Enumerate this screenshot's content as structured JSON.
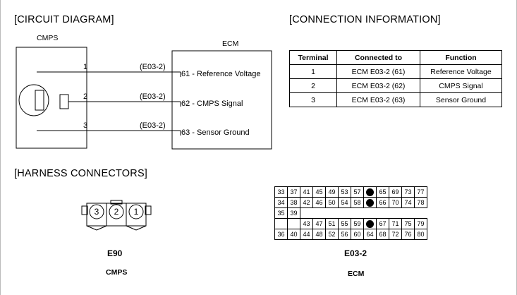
{
  "sections": {
    "circuit": "[CIRCUIT DIAGRAM]",
    "connection": "[CONNECTION INFORMATION]",
    "harness": "[HARNESS CONNECTORS]"
  },
  "circuit": {
    "cmps_label": "CMPS",
    "ecm_label": "ECM",
    "wires": [
      {
        "pin": "1",
        "connector": "(E03-2)",
        "ecm": "61 - Reference Voltage"
      },
      {
        "pin": "2",
        "connector": "(E03-2)",
        "ecm": "62 - CMPS Signal"
      },
      {
        "pin": "3",
        "connector": "(E03-2)",
        "ecm": "63 - Sensor Ground"
      }
    ]
  },
  "table": {
    "headers": [
      "Terminal",
      "Connected to",
      "Function"
    ],
    "rows": [
      [
        "1",
        "ECM E03-2 (61)",
        "Reference Voltage"
      ],
      [
        "2",
        "ECM E03-2 (62)",
        "CMPS Signal"
      ],
      [
        "3",
        "ECM E03-2 (63)",
        "Sensor Ground"
      ]
    ]
  },
  "harness": {
    "e90": {
      "pins": [
        "3",
        "2",
        "1"
      ],
      "id": "E90",
      "name": "CMPS"
    },
    "e03": {
      "id": "E03-2",
      "name": "ECM",
      "grid": [
        [
          "33",
          "37",
          "41",
          "45",
          "49",
          "53",
          "57",
          "61",
          "65",
          "69",
          "73",
          "77"
        ],
        [
          "34",
          "38",
          "42",
          "46",
          "50",
          "54",
          "58",
          "62",
          "66",
          "70",
          "74",
          "78"
        ],
        [
          "35",
          "39",
          "",
          "",
          "",
          "",
          "",
          "",
          "",
          "",
          "",
          ""
        ],
        [
          "",
          "",
          "43",
          "47",
          "51",
          "55",
          "59",
          "63",
          "67",
          "71",
          "75",
          "79"
        ],
        [
          "36",
          "40",
          "44",
          "48",
          "52",
          "56",
          "60",
          "64",
          "68",
          "72",
          "76",
          "80"
        ]
      ],
      "filled_pins": [
        "61",
        "62",
        "63"
      ]
    }
  }
}
